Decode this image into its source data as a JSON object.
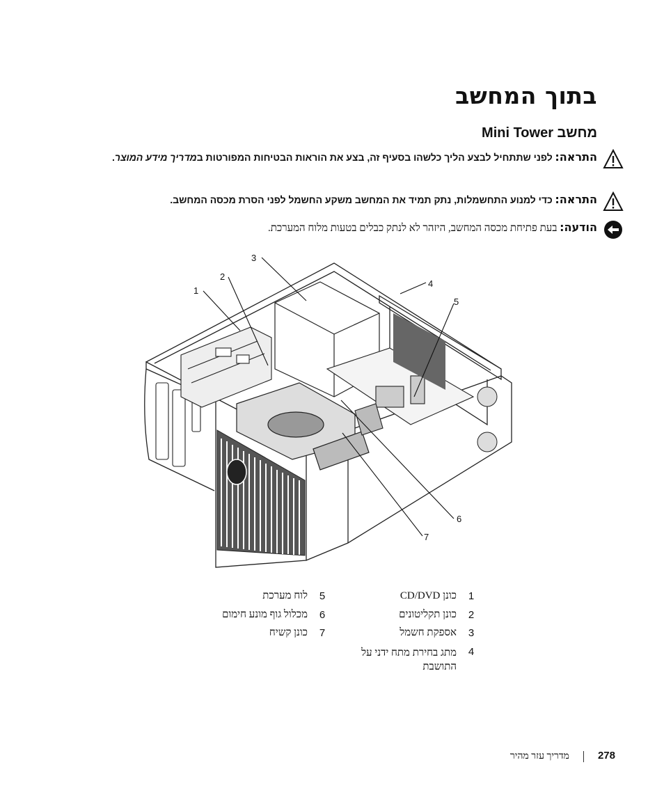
{
  "page_title": "בתוך המחשב",
  "section_title": "מחשב Mini Tower",
  "notices": [
    {
      "type": "warning",
      "icon": "warning-triangle-icon",
      "label": "התראה:",
      "text": "לפני שתתחיל לבצע הליך כלשהו בסעיף זה, בצע את הוראות הבטיחות המפורטות ב",
      "text_italic": "מדריך מידע המוצר",
      "text_end": "."
    },
    {
      "type": "warning",
      "icon": "warning-triangle-icon",
      "label": "התראה:",
      "text": "כדי למנוע התחשמלות, נתק תמיד את המחשב משקע החשמל לפני הסרת מכסה המחשב."
    },
    {
      "type": "notice",
      "icon": "notice-arrow-icon",
      "label": "הודעה:",
      "text": "בעת פתיחת מכסה המחשב, היזהר לא לנתק כבלים בטעות מלוח המערכת."
    }
  ],
  "callouts": [
    "1",
    "2",
    "3",
    "4",
    "5",
    "6",
    "7"
  ],
  "legend": [
    {
      "num": "1",
      "text": "כונן CD/DVD"
    },
    {
      "num": "2",
      "text": "כונן תקליטונים"
    },
    {
      "num": "3",
      "text": "אספקת חשמל"
    },
    {
      "num": "4",
      "text": "מתג בחירת מתח ידני על התושבת"
    },
    {
      "num": "5",
      "text": "לוח מערכת"
    },
    {
      "num": "6",
      "text": "מכלול גוף מונע חימום"
    },
    {
      "num": "7",
      "text": "כונן קשיח"
    }
  ],
  "footer": {
    "page_number": "278",
    "guide_name": "מדריך עזר מהיר"
  },
  "colors": {
    "text": "#111111",
    "line": "#222222"
  }
}
